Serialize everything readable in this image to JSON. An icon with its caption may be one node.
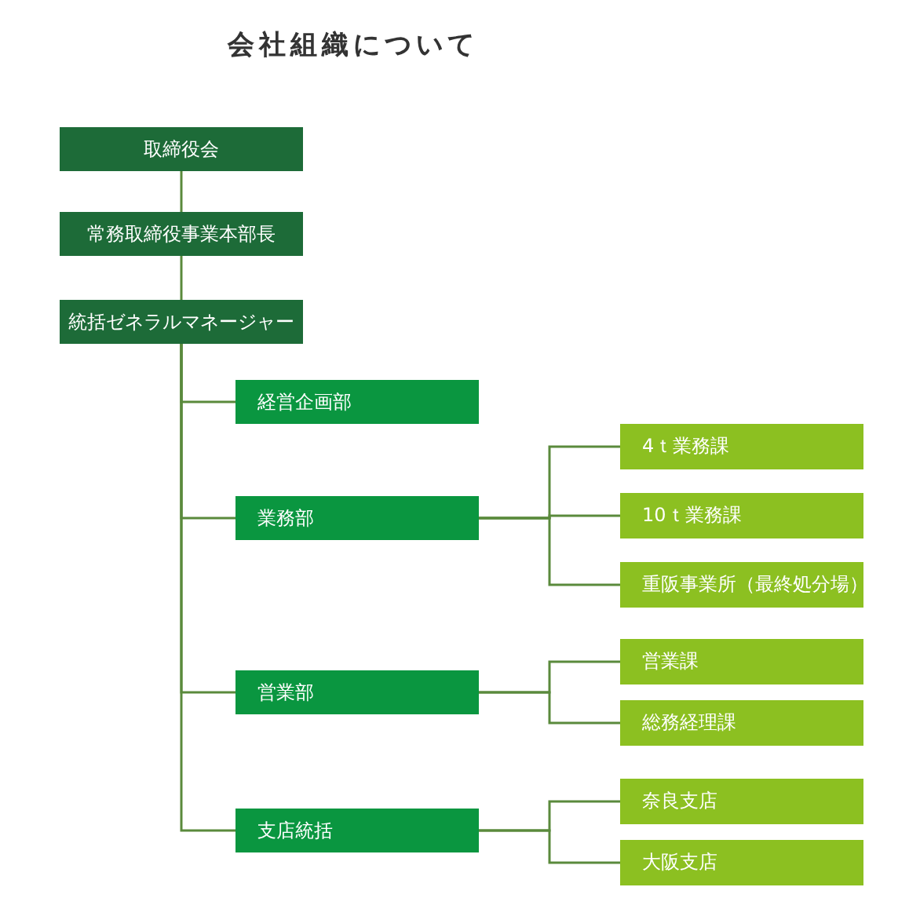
{
  "diagram": {
    "title": "会社組織について",
    "nodes": [
      {
        "text": [
          "取締役会"
        ]
      },
      {
        "text": [
          "常務取締役事業本部長"
        ]
      },
      {
        "text": [
          "統括ゼネラルマネージャー"
        ]
      },
      {
        "text": [
          "経営企画部"
        ]
      },
      {
        "text": [
          "業務部"
        ]
      },
      {
        "text": [
          "営業部"
        ]
      },
      {
        "text": [
          "支店統括"
        ]
      },
      {
        "text": [
          "4ｔ業務課"
        ]
      },
      {
        "text": [
          "10ｔ業務課"
        ]
      },
      {
        "text": [
          "重阪事業所（最終処分場）"
        ]
      },
      {
        "text": [
          "営業課"
        ]
      },
      {
        "text": [
          "総務経理課"
        ]
      },
      {
        "text": [
          "奈良支店"
        ]
      },
      {
        "text": [
          "大阪支店"
        ]
      }
    ],
    "edges": [
      {
        "from": 0,
        "to": 1,
        "arrow": "none"
      },
      {
        "from": 1,
        "to": 2,
        "arrow": "none"
      },
      {
        "from": 2,
        "to": 3,
        "arrow": "none"
      },
      {
        "from": 2,
        "to": 4,
        "arrow": "none"
      },
      {
        "from": 2,
        "to": 5,
        "arrow": "none"
      },
      {
        "from": 2,
        "to": 6,
        "arrow": "none"
      },
      {
        "from": 4,
        "to": 7,
        "arrow": "none"
      },
      {
        "from": 4,
        "to": 8,
        "arrow": "none"
      },
      {
        "from": 4,
        "to": 9,
        "arrow": "none"
      },
      {
        "from": 5,
        "to": 10,
        "arrow": "none"
      },
      {
        "from": 5,
        "to": 11,
        "arrow": "none"
      },
      {
        "from": 6,
        "to": 12,
        "arrow": "none"
      },
      {
        "from": 6,
        "to": 13,
        "arrow": "none"
      }
    ]
  }
}
